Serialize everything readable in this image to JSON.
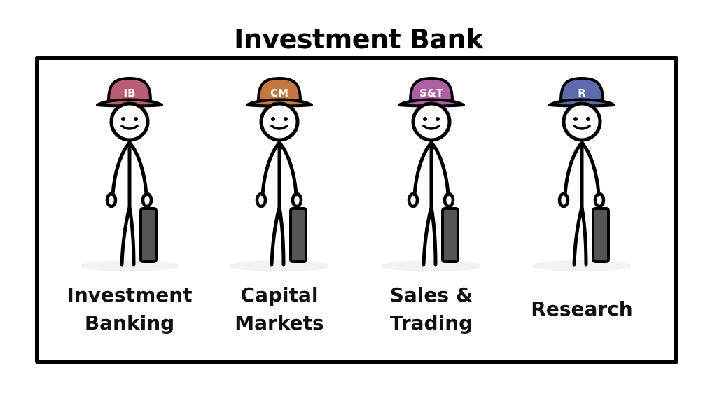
{
  "title": "Investment Bank",
  "colors": {
    "frame": "#000000",
    "briefcase": "#555555",
    "shadow": "#f2f2f2"
  },
  "divisions": [
    {
      "id": "ib",
      "hat_label": "IB",
      "hat_color": "#b85e72",
      "name_line1": "Investment",
      "name_line2": "Banking"
    },
    {
      "id": "cm",
      "hat_label": "CM",
      "hat_color": "#c2783f",
      "name_line1": "Capital",
      "name_line2": "Markets"
    },
    {
      "id": "st",
      "hat_label": "S&T",
      "hat_color": "#b05fa2",
      "name_line1": "Sales &",
      "name_line2": "Trading"
    },
    {
      "id": "r",
      "hat_label": "R",
      "hat_color": "#5b6bae",
      "name_line1": "Research",
      "name_line2": ""
    }
  ]
}
